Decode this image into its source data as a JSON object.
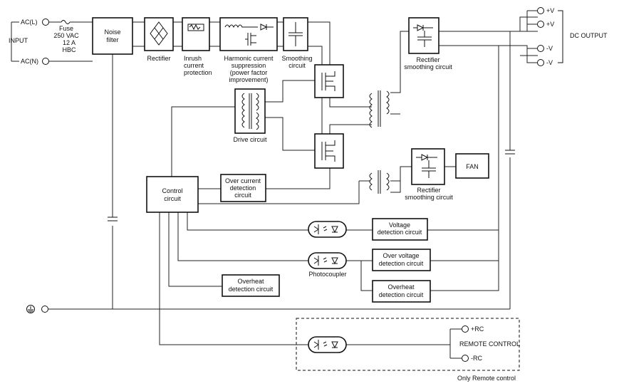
{
  "input": {
    "label": "INPUT",
    "ac_l": "AC(L)",
    "ac_n": "AC(N)",
    "fuse": [
      "Fuse",
      "250 VAC",
      "12 A",
      "HBC"
    ]
  },
  "blocks": {
    "noise_filter": [
      "Noise",
      "filter"
    ],
    "rectifier": [
      "Rectifier"
    ],
    "inrush": [
      "Inrush",
      "current",
      "protection"
    ],
    "harmonic": [
      "Harmonic current",
      "suppression",
      "(power factor",
      "improvement)"
    ],
    "smoothing": [
      "Smoothing",
      "circuit"
    ],
    "rect_smooth_top": [
      "Rectifier",
      "smoothing circuit"
    ],
    "drive": [
      "Drive circuit"
    ],
    "control": [
      "Control",
      "circuit"
    ],
    "over_current": [
      "Over current",
      "detection",
      "circuit"
    ],
    "rect_smooth_fan": [
      "Rectifier",
      "smoothing circuit"
    ],
    "fan": "FAN",
    "voltage_det": [
      "Voltage",
      "detection circuit"
    ],
    "over_voltage_det": [
      "Over voltage",
      "detection circuit"
    ],
    "overheat_det_right": [
      "Overheat",
      "detection circuit"
    ],
    "overheat_det_left": [
      "Overheat",
      "detection circuit"
    ],
    "photocoupler": "Photocoupler"
  },
  "output": {
    "label": "DC OUTPUT",
    "terminals": [
      "+V",
      "+V",
      "-V",
      "-V"
    ]
  },
  "remote": {
    "plus_rc": "+RC",
    "minus_rc": "-RC",
    "label": "REMOTE CONTROL",
    "note": "Only Remote control"
  }
}
